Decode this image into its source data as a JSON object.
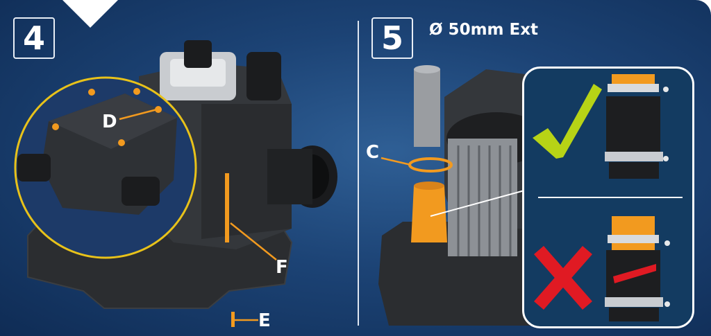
{
  "step4": {
    "number": "4"
  },
  "step5": {
    "number": "5",
    "heading": "Ø 50mm Ext"
  },
  "labels": {
    "d": "D",
    "f": "F",
    "e": "E",
    "c": "C"
  },
  "panel": {
    "correct": "check-mark-icon",
    "incorrect": "cross-mark-icon"
  },
  "colors": {
    "accent_orange": "#f29a1f",
    "circle_outline": "#e8c21a",
    "check_green": "#b7d316",
    "cross_red": "#e01a23",
    "background": "#1c4375"
  }
}
